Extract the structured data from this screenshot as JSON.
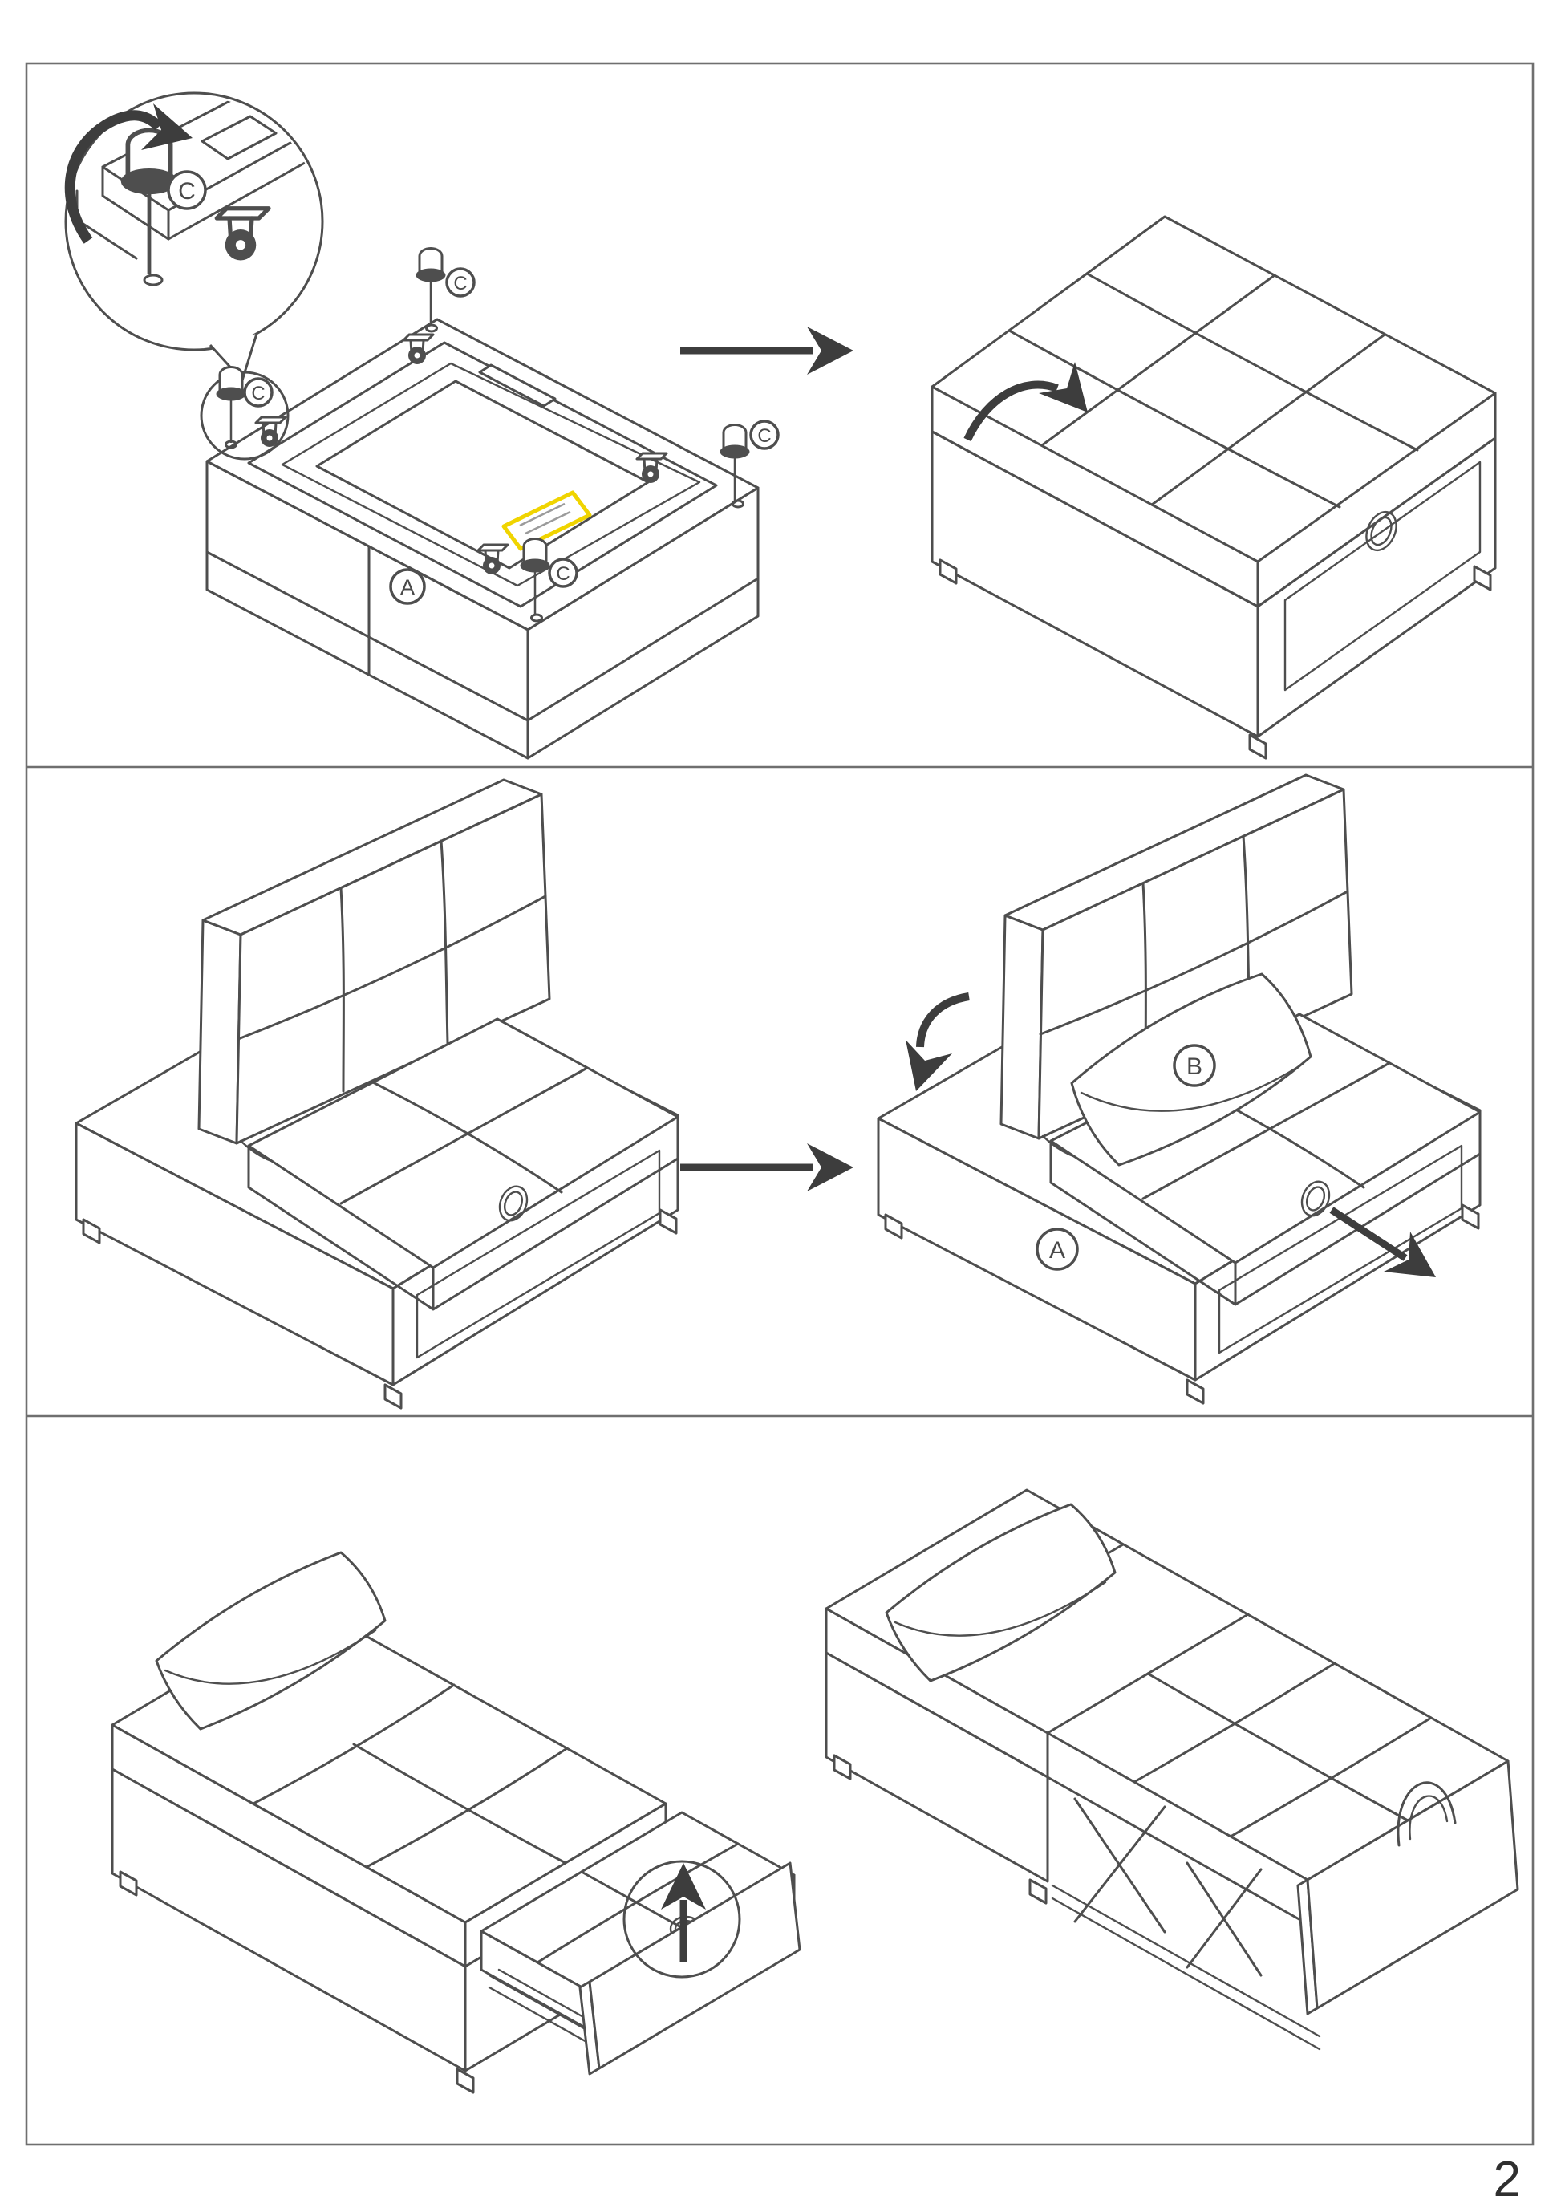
{
  "page": {
    "number": "2"
  },
  "colors": {
    "background": "#ffffff",
    "line": "#4e4e4e",
    "border": "#6f6f6f",
    "arrow": "#3d3d3d",
    "highlight_yellow": "#f0d400",
    "text": "#2f2f2f"
  },
  "steps": [
    {
      "id": "step-1",
      "action": "screw-feet-into-base-then-flip-upright",
      "part_labels": {
        "base": "A",
        "foot": "C"
      },
      "foot_label_instances": [
        "C",
        "C",
        "C",
        "C",
        "C"
      ]
    },
    {
      "id": "step-2",
      "action": "fold-backrest-down-remove-pillow-pull-drawer",
      "part_labels": {
        "base": "A",
        "pillow": "B"
      }
    },
    {
      "id": "step-3",
      "action": "lift-trundle-up-to-form-flat-bed",
      "part_labels": {}
    }
  ]
}
